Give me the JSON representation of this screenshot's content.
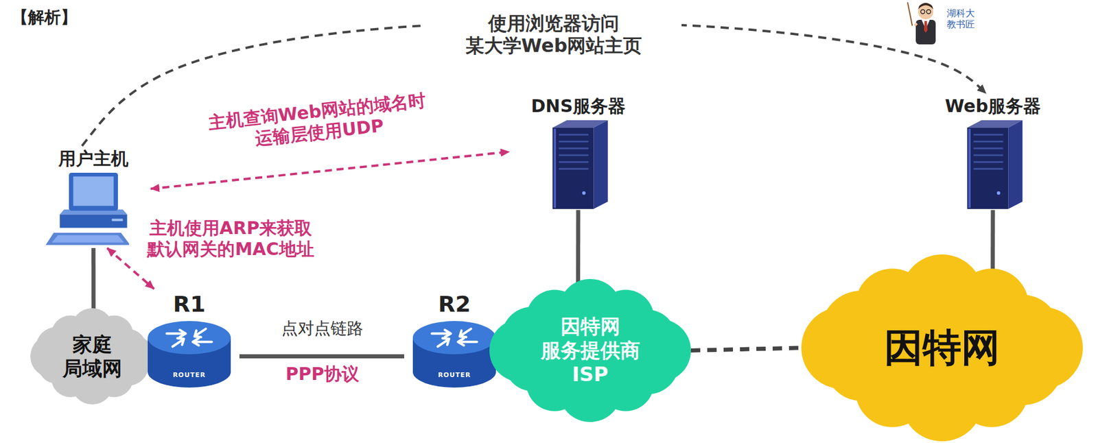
{
  "diagram": {
    "nodes": [
      {
        "text": [
          "用户主机"
        ]
      },
      {
        "text": [
          "DNS服务器"
        ]
      },
      {
        "text": [
          "Web服务器"
        ]
      },
      {
        "text": [
          "家庭 局域网"
        ]
      },
      {
        "text": [
          "R1",
          "ROUTER"
        ]
      },
      {
        "text": [
          "R2",
          "ROUTER"
        ]
      },
      {
        "text": [
          "因特网 服务提供商 ISP"
        ]
      },
      {
        "text": [
          "因特网"
        ]
      }
    ],
    "edges": [
      {
        "from": 0,
        "to": 2,
        "arrow": "to",
        "label": "使用浏览器访问 某大学Web网站主页"
      },
      {
        "from": 0,
        "to": 1,
        "arrow": "both",
        "label": "主机查询Web网站的域名时 运输层使用UDP"
      },
      {
        "from": 0,
        "to": 4,
        "arrow": "both",
        "label": "主机使用ARP来获取 默认网关的MAC地址"
      },
      {
        "from": 4,
        "to": 5,
        "arrow": "none",
        "label": "点对点链路"
      },
      {
        "from": 0,
        "to": 3,
        "arrow": "none"
      },
      {
        "from": 1,
        "to": 6,
        "arrow": "none"
      },
      {
        "from": 6,
        "to": 7,
        "arrow": "none"
      },
      {
        "from": 2,
        "to": 7,
        "arrow": "none"
      }
    ],
    "labels": [
      "【解析】",
      "湖科大 教书匠",
      "PPP协议"
    ]
  }
}
